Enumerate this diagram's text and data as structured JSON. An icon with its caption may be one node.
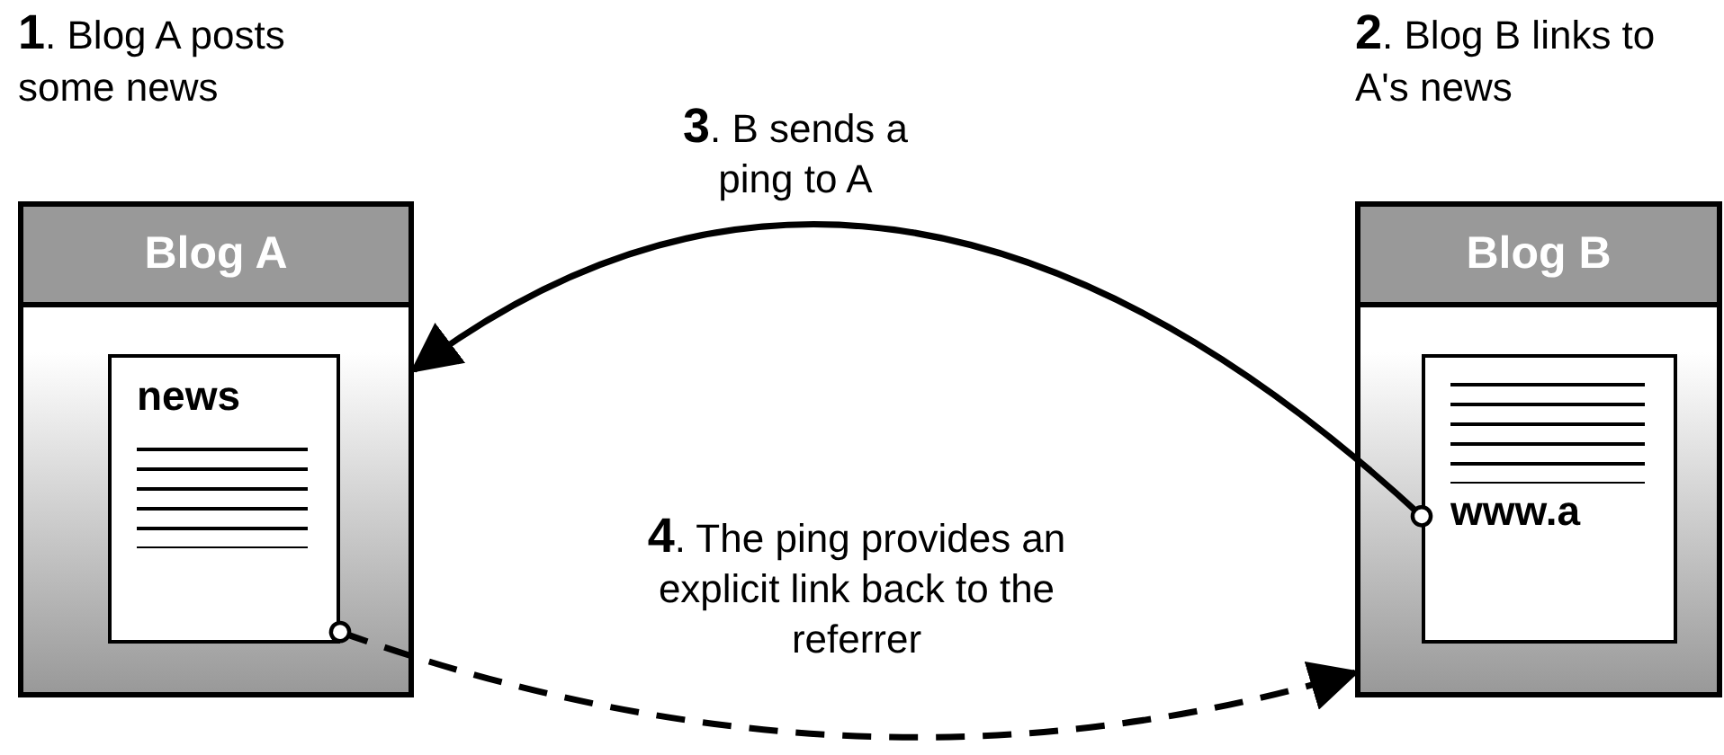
{
  "diagram": {
    "nodes": [
      {
        "text": [
          "Blog A"
        ],
        "beside": [
          "**1**. Blog A posts some news"
        ]
      },
      {
        "text": [
          "news"
        ],
        "in": 0
      },
      {
        "text": [
          "Blog B"
        ],
        "beside": [
          "**2**. Blog B links to A's news"
        ]
      },
      {
        "text": [
          "www.a"
        ],
        "in": 2
      }
    ],
    "edges": [
      {
        "from": 3,
        "to": 0,
        "arrow": "to",
        "label": "**3**. B sends a ping to A"
      },
      {
        "from": 1,
        "to": 2,
        "arrow": "to",
        "style": "dashed",
        "label": "**4**. The ping provides an explicit link back to the referrer"
      }
    ]
  }
}
